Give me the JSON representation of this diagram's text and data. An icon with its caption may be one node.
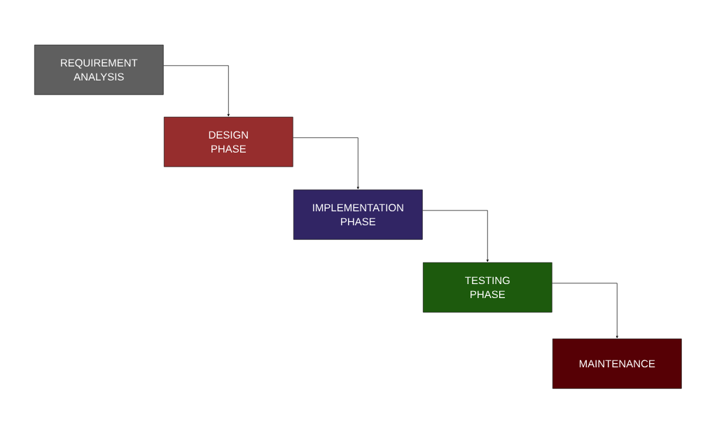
{
  "diagram": {
    "nodes": [
      {
        "text": [
          "REQUIREMENT ANALYSIS"
        ]
      },
      {
        "text": [
          "DESIGN PHASE"
        ]
      },
      {
        "text": [
          "IMPLEMENTATION PHASE"
        ]
      },
      {
        "text": [
          "TESTING PHASE"
        ]
      },
      {
        "text": [
          "MAINTENANCE"
        ]
      }
    ],
    "edges": [
      {
        "from": 0,
        "to": 1,
        "arrow": "to"
      },
      {
        "from": 1,
        "to": 2,
        "arrow": "to"
      },
      {
        "from": 2,
        "to": 3,
        "arrow": "to"
      },
      {
        "from": 3,
        "to": 4,
        "arrow": "to"
      }
    ]
  }
}
